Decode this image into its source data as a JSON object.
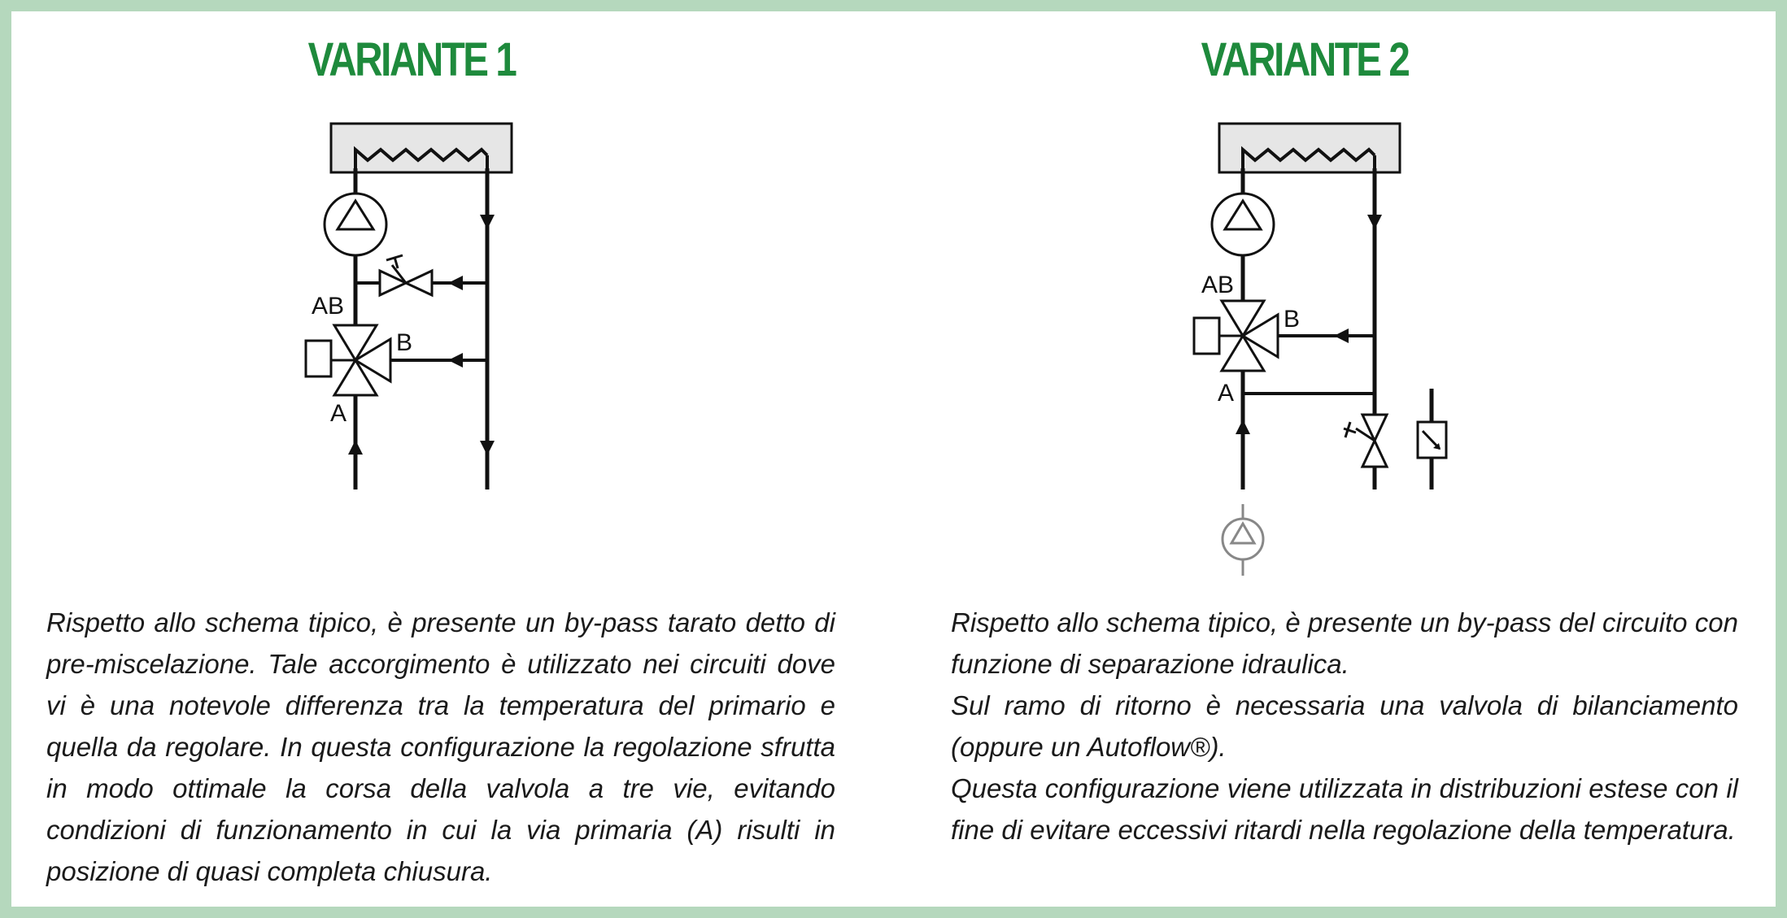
{
  "variant1": {
    "title": "VARIANTE 1",
    "labels": {
      "ab": "AB",
      "b": "B",
      "a": "A"
    },
    "description": "Rispetto allo schema tipico, è presente un by-pass tarato detto di pre-miscelazione. Tale accorgimento è utilizzato nei circuiti dove vi è una notevole differenza tra la temperatura del primario e quella da regolare. In questa configurazione la regolazione sfrutta in modo ottimale la corsa della valvola a tre vie, evitando condizioni di funzionamento in cui la via primaria (A) risulti in posizione di quasi completa chiusura."
  },
  "variant2": {
    "title": "VARIANTE 2",
    "labels": {
      "ab": "AB",
      "b": "B",
      "a": "A"
    },
    "description_lines": [
      "Rispetto allo schema tipico, è presente un by-pass del circuito con funzione di separazione idraulica.",
      "Sul ramo di ritorno è necessaria una valvola di bilanciamento (oppure un Autoflow®).",
      "Questa configurazione viene utilizzata in distribuzioni estese con il fine di evitare eccessivi ritardi nella regolazione della temperatura."
    ]
  },
  "colors": {
    "title_green": "#1e8a3c",
    "frame_green": "#b5d8bd",
    "emitter_fill": "#e6e6e6",
    "line": "#111111",
    "grey_pump": "#888888"
  },
  "icons": [
    "heat-emitter-icon",
    "pump-icon",
    "three-way-valve-icon",
    "actuator-icon",
    "balancing-valve-icon",
    "autoflow-icon",
    "flow-arrow-icon"
  ]
}
